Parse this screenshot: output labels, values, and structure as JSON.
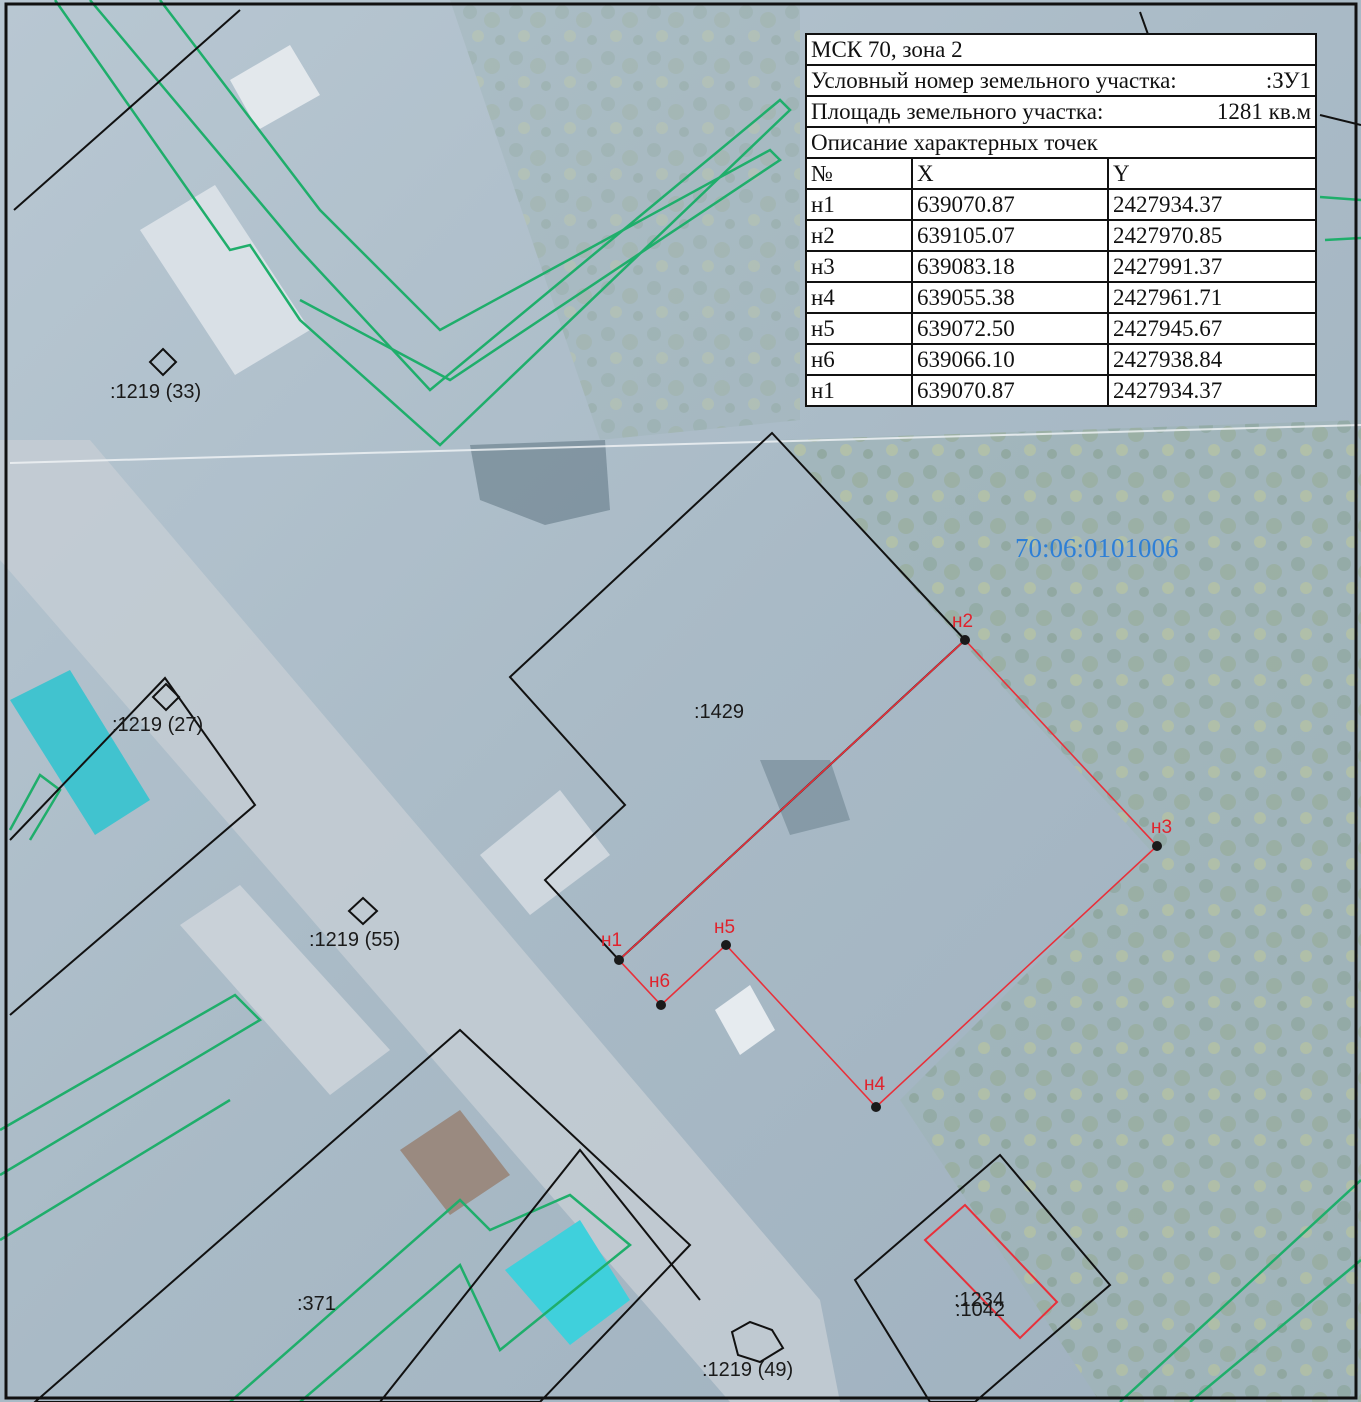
{
  "colors": {
    "cadastral_boundary": "#111111",
    "zone_boundary": "#1fae6b",
    "new_parcel": "#e8303a",
    "point_label": "#e0232d",
    "quarter_label": "#2e7fd6"
  },
  "table": {
    "system": "МСК 70, зона 2",
    "parcel_number_label": "Условный номер земельного участка:",
    "parcel_number_value": ":ЗУ1",
    "area_label": "Площадь земельного участка:",
    "area_value": "1281 кв.м",
    "points_caption": "Описание характерных точек",
    "col_no": "№",
    "col_x": "X",
    "col_y": "Y",
    "rows": [
      {
        "n": "н1",
        "x": "639070.87",
        "y": "2427934.37"
      },
      {
        "n": "н2",
        "x": "639105.07",
        "y": "2427970.85"
      },
      {
        "n": "н3",
        "x": "639083.18",
        "y": "2427991.37"
      },
      {
        "n": "н4",
        "x": "639055.38",
        "y": "2427961.71"
      },
      {
        "n": "н5",
        "x": "639072.50",
        "y": "2427945.67"
      },
      {
        "n": "н6",
        "x": "639066.10",
        "y": "2427938.84"
      },
      {
        "n": "н1",
        "x": "639070.87",
        "y": "2427934.37"
      }
    ]
  },
  "map": {
    "quarter_number": "70:06:0101006",
    "labels": {
      "p1429": ":1429",
      "p1219_33": ":1219 (33)",
      "p1219_27": ":1219 (27)",
      "p1219_55": ":1219 (55)",
      "p1219_49": ":1219 (49)",
      "p371": ":371",
      "p1234": ":1234",
      "p1042": ":1042"
    },
    "points": {
      "n1": "н1",
      "n2": "н2",
      "n3": "н3",
      "n4": "н4",
      "n5": "н5",
      "n6": "н6"
    }
  }
}
